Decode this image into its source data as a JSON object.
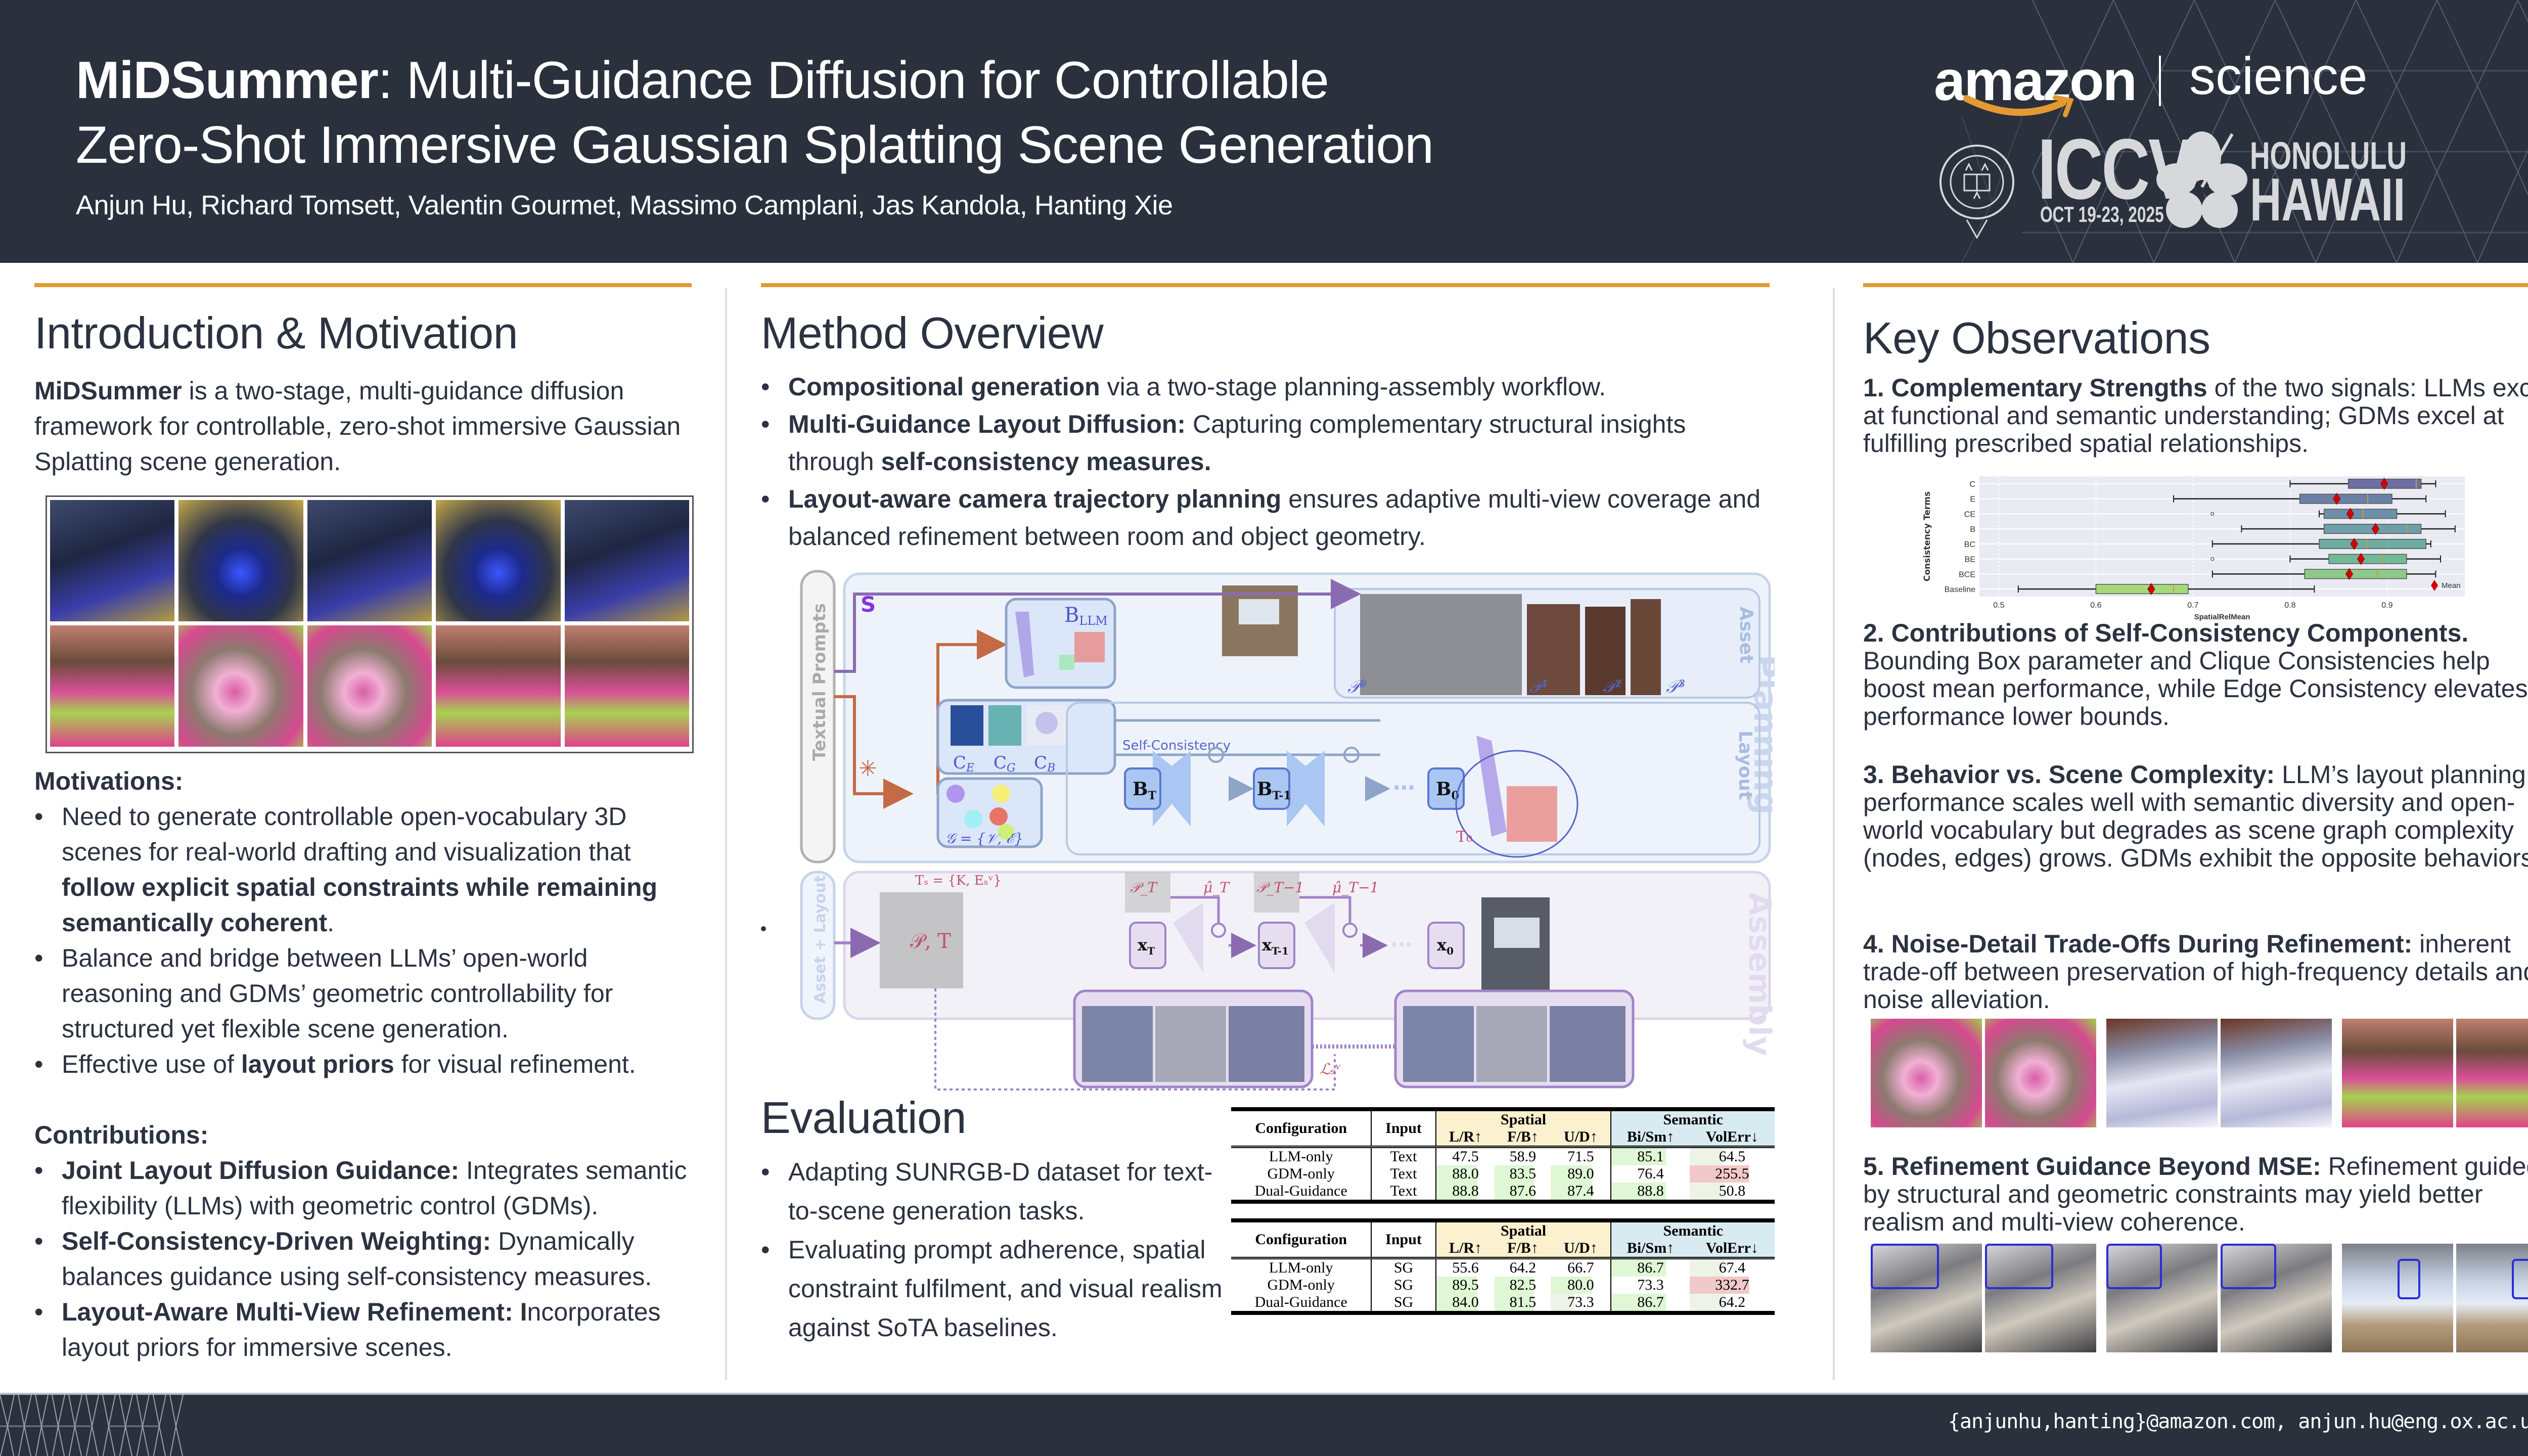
{
  "header": {
    "title_bold": "MiDSummer",
    "title_rest_line1": ": Multi-Guidance Diffusion for Controllable",
    "title_line2": "Zero-Shot Immersive Gaussian Splatting Scene Generation",
    "authors": "Anjun Hu,  Richard Tomsett,  Valentin Gourmet,  Massimo Camplani,  Jas Kandola,  Hanting Xie",
    "logos": {
      "amazon": "amazon",
      "science": "science",
      "oxford": "UNIVERSITY OF OXFORD",
      "conference": "ICCV",
      "conference_dates": "OCT 19-23, 2025",
      "city": "HONOLULU",
      "state": "HAWAII"
    }
  },
  "intro": {
    "title": "Introduction & Motivation",
    "lead_bold": "MiDSummer",
    "lead_rest": " is a two-stage, multi-guidance diffusion framework for controllable, zero-shot immersive Gaussian Splatting scene generation.",
    "gallery": {
      "rows": [
        {
          "scene": "gothic-throne-room",
          "tiles": 5
        },
        {
          "scene": "candy-dessert-table",
          "tiles": 5
        }
      ]
    },
    "motivations_heading": "Motivations:",
    "motivations": [
      {
        "text_a": "Need to generate controllable open-vocabulary 3D scenes for real-world drafting and visualization that ",
        "bold": "follow explicit spatial constraints while remaining semantically coherent",
        "text_b": "."
      },
      {
        "text_a": "Balance and bridge between LLMs’ open-world reasoning and GDMs’ geometric controllability for structured yet flexible scene generation.",
        "bold": "",
        "text_b": ""
      },
      {
        "text_a": "Effective use of ",
        "bold": "layout priors",
        "text_b": " for visual refinement."
      }
    ],
    "contributions_heading": "Contributions:",
    "contributions": [
      {
        "bold": "Joint Layout Diffusion Guidance:",
        "text": " Integrates semantic flexibility (LLMs) with geometric control (GDMs)."
      },
      {
        "bold": "Self-Consistency-Driven Weighting:",
        "text": " Dynamically balances guidance using self-consistency measures."
      },
      {
        "bold": "Layout-Aware Multi-View Refinement: I",
        "text": "ncorporates layout priors for immersive scenes."
      }
    ]
  },
  "method": {
    "title": "Method Overview",
    "bullets": [
      {
        "bold": "Compositional generation",
        "text": " via a two-stage planning-assembly workflow.",
        "bold2": "",
        "text2": ""
      },
      {
        "bold": "Multi-Guidance Layout Diffusion:",
        "text": " Capturing complementary structural insights through ",
        "bold2": "self-consistency measures.",
        "text2": ""
      },
      {
        "bold": "Layout-aware camera trajectory planning",
        "text": " ensures adaptive multi-view coverage and balanced refinement between room and object geometry.",
        "bold2": "",
        "text2": ""
      }
    ],
    "diagram": {
      "side_labels": {
        "textual_prompts": "Textual Prompts",
        "asset_layout": "Asset + Layout"
      },
      "stage_labels": {
        "planning": "Planning",
        "asset": "Asset",
        "layout": "Layout",
        "assembly": "Assembly"
      },
      "s_label": "S",
      "b_llm": "B",
      "b_llm_sub": "LLM",
      "consistency": [
        "C",
        "C",
        "C"
      ],
      "consistency_subs": [
        "E",
        "G",
        "B"
      ],
      "graph_label": "𝒢 = {𝒱, ℰ}",
      "self_consistency": "Self-Consistency",
      "layout_nodes": [
        {
          "base": "B",
          "sub": "T"
        },
        {
          "base": "B",
          "sub": "T-1"
        },
        {
          "base": "B",
          "sub": "0"
        }
      ],
      "asset_labels": [
        {
          "base": "𝒫",
          "sup": "0"
        },
        {
          "base": "𝒫",
          "sup": "1"
        },
        {
          "base": "𝒫",
          "sup": "2"
        },
        {
          "base": "𝒫",
          "sup": "3"
        }
      ],
      "t0_label": "T₀",
      "ts_label": "Tₛ = {K, Eₛᵛ}",
      "pt_label": "𝒫, T",
      "assembly_nodes": [
        {
          "base": "x",
          "sub": "T"
        },
        {
          "base": "x",
          "sub": "T-1"
        },
        {
          "base": "x",
          "sub": "0"
        }
      ],
      "proj_labels": [
        "𝒫_T",
        "𝒫_T−1"
      ],
      "mu_labels": [
        "μ̂_T",
        "μ̂_T−1"
      ],
      "loss_label": "ℒₛᵛ",
      "ellipsis": "⋯"
    }
  },
  "evaluation": {
    "title": "Evaluation",
    "bullets": [
      "Adapting SUNRGB-D dataset for text-to-scene generation tasks.",
      "Evaluating prompt adherence, spatial constraint fulfilment, and visual realism against SoTA baselines."
    ],
    "tables": [
      {
        "group_headers": {
          "spatial": "Spatial",
          "semantic": "Semantic"
        },
        "columns": [
          "Configuration",
          "Input",
          "L/R↑",
          "F/B↑",
          "U/D↑",
          "Bi/Sm↑",
          "VolErr↓"
        ],
        "rows": [
          {
            "config": "LLM-only",
            "input": "Text",
            "lr": "47.5",
            "fb": "58.9",
            "ud": "71.5",
            "bism": "85.1",
            "volerr": "64.5",
            "shade": [
              "none",
              "none",
              "none",
              "good",
              "ok"
            ]
          },
          {
            "config": "GDM-only",
            "input": "Text",
            "lr": "88.0",
            "fb": "83.5",
            "ud": "89.0",
            "bism": "76.4",
            "volerr": "255.5",
            "shade": [
              "good",
              "good",
              "good",
              "none",
              "bad"
            ]
          },
          {
            "config": "Dual-Guidance",
            "input": "Text",
            "lr": "88.8",
            "fb": "87.6",
            "ud": "87.4",
            "bism": "88.8",
            "volerr": "50.8",
            "shade": [
              "good",
              "good",
              "good",
              "good",
              "ok"
            ]
          }
        ]
      },
      {
        "group_headers": {
          "spatial": "Spatial",
          "semantic": "Semantic"
        },
        "columns": [
          "Configuration",
          "Input",
          "L/R↑",
          "F/B↑",
          "U/D↑",
          "Bi/Sm↑",
          "VolErr↓"
        ],
        "rows": [
          {
            "config": "LLM-only",
            "input": "SG",
            "lr": "55.6",
            "fb": "64.2",
            "ud": "66.7",
            "bism": "86.7",
            "volerr": "67.4",
            "shade": [
              "none",
              "none",
              "none",
              "good",
              "ok"
            ]
          },
          {
            "config": "GDM-only",
            "input": "SG",
            "lr": "89.5",
            "fb": "82.5",
            "ud": "80.0",
            "bism": "73.3",
            "volerr": "332.7",
            "shade": [
              "good",
              "good",
              "good",
              "none",
              "bad"
            ]
          },
          {
            "config": "Dual-Guidance",
            "input": "SG",
            "lr": "84.0",
            "fb": "81.5",
            "ud": "73.3",
            "bism": "86.7",
            "volerr": "64.2",
            "shade": [
              "good",
              "good",
              "ok",
              "good",
              "ok"
            ]
          }
        ]
      }
    ]
  },
  "observations": {
    "title": "Key Observations",
    "items": [
      {
        "bold": "1. Complementary Strengths",
        "text": " of the two signals: LLMs excel at functional and semantic understanding; GDMs excel at fulfilling prescribed spatial relationships."
      },
      {
        "bold": "2. Contributions of Self-Consistency Components.",
        "text": " Bounding Box parameter and Clique Consistencies help boost mean performance, while Edge Consistency elevates performance lower bounds."
      },
      {
        "bold": "3. Behavior vs. Scene Complexity:",
        "text": " LLM’s layout planning performance scales well with semantic diversity and open-world vocabulary but degrades as scene graph complexity (nodes, edges) grows. GDMs exhibit the opposite behaviors."
      },
      {
        "bold": "4. Noise-Detail Trade-Offs During Refinement:",
        "text": " inherent trade-off between preservation of high-frequency details and noise alleviation."
      },
      {
        "bold": "5. Refinement Guidance Beyond MSE:",
        "text": " Refinement guided by structural and geometric constraints may yield better realism and multi-view coherence."
      }
    ],
    "noise_pairs": [
      "candy-cake",
      "bed",
      "candy-table"
    ],
    "mse_pairs": [
      "ceiling-1",
      "ceiling-2",
      "window-desk"
    ]
  },
  "chart_data": {
    "type": "boxplot",
    "orientation": "horizontal",
    "title": "",
    "xlabel": "SpatialRelMean",
    "ylabel": "Consistency Terms",
    "xlim": [
      0.5,
      0.97
    ],
    "xticks": [
      "0.5",
      "0.6",
      "0.7",
      "0.8",
      "0.9"
    ],
    "grid": true,
    "legend": {
      "entries": [
        "Mean"
      ],
      "placement": "bottom-right"
    },
    "categories": [
      "C",
      "E",
      "CE",
      "B",
      "BC",
      "BE",
      "BCE",
      "Baseline"
    ],
    "series": [
      {
        "name": "C",
        "whisker_low": 0.8,
        "q1": 0.86,
        "median": 0.93,
        "q3": 0.935,
        "whisker_high": 0.95,
        "mean": 0.897,
        "outliers": [],
        "color": "#6e6ea3"
      },
      {
        "name": "E",
        "whisker_low": 0.68,
        "q1": 0.81,
        "median": 0.88,
        "q3": 0.905,
        "whisker_high": 0.94,
        "mean": 0.848,
        "outliers": [],
        "color": "#6a80a6"
      },
      {
        "name": "CE",
        "whisker_low": 0.83,
        "q1": 0.835,
        "median": 0.875,
        "q3": 0.91,
        "whisker_high": 0.96,
        "mean": 0.862,
        "outliers": [
          0.72
        ],
        "color": "#6d90a8"
      },
      {
        "name": "B",
        "whisker_low": 0.75,
        "q1": 0.835,
        "median": 0.92,
        "q3": 0.935,
        "whisker_high": 0.97,
        "mean": 0.888,
        "outliers": [],
        "color": "#6f9ea8"
      },
      {
        "name": "BC",
        "whisker_low": 0.72,
        "q1": 0.83,
        "median": 0.88,
        "q3": 0.94,
        "whisker_high": 0.945,
        "mean": 0.866,
        "outliers": [],
        "color": "#6eaba0"
      },
      {
        "name": "BE",
        "whisker_low": 0.8,
        "q1": 0.84,
        "median": 0.895,
        "q3": 0.92,
        "whisker_high": 0.955,
        "mean": 0.873,
        "outliers": [
          0.72
        ],
        "color": "#72ba97"
      },
      {
        "name": "BCE",
        "whisker_low": 0.72,
        "q1": 0.815,
        "median": 0.89,
        "q3": 0.92,
        "whisker_high": 0.95,
        "mean": 0.861,
        "outliers": [],
        "color": "#8cc98a"
      },
      {
        "name": "Baseline",
        "whisker_low": 0.52,
        "q1": 0.6,
        "median": 0.68,
        "q3": 0.695,
        "whisker_high": 0.825,
        "mean": 0.657,
        "outliers": [],
        "color": "#a6d97a"
      }
    ],
    "mean_marker_color": "#d40000"
  },
  "footer": {
    "email": "{anjunhu,hanting}@amazon.com, anjun.hu@eng.ox.ac.uk"
  },
  "colors": {
    "header_bg": "#2a313d",
    "accent_orange": "#e29a31",
    "text_dark": "#2b3240"
  }
}
